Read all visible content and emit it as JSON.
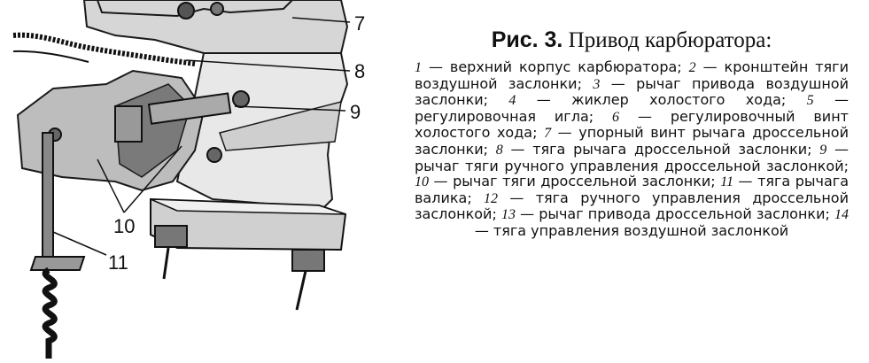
{
  "figure": {
    "callouts": [
      "7",
      "8",
      "9",
      "10",
      "11"
    ]
  },
  "caption": {
    "fig_label": "Рис. 3.",
    "title": "Привод карбюратора:",
    "legend": [
      {
        "num": "1",
        "text": "верхний корпус карбюратора;"
      },
      {
        "num": "2",
        "text": "кронштейн тяги воздушной заслонки;"
      },
      {
        "num": "3",
        "text": "рычаг привода воздушной заслонки;"
      },
      {
        "num": "4",
        "text": "жиклер холостого хода;"
      },
      {
        "num": "5",
        "text": "регулировочная игла;"
      },
      {
        "num": "6",
        "text": "регулировочный винт холостого хода;"
      },
      {
        "num": "7",
        "text": "упорный винт рычага дроссельной заслонки;"
      },
      {
        "num": "8",
        "text": "тяга рычага дроссельной заслонки;"
      },
      {
        "num": "9",
        "text": "рычаг тяги ручного управления дроссельной заслонкой;"
      },
      {
        "num": "10",
        "text": "рычаг тяги дроссельной заслонки;"
      },
      {
        "num": "11",
        "text": "тяга рычага валика;"
      },
      {
        "num": "12",
        "text": "тяга ручного управления дроссельной заслонкой;"
      },
      {
        "num": "13",
        "text": "рычаг привода дроссельной заслонки;"
      },
      {
        "num": "14",
        "text": "тяга управления воздушной заслонкой"
      }
    ]
  }
}
